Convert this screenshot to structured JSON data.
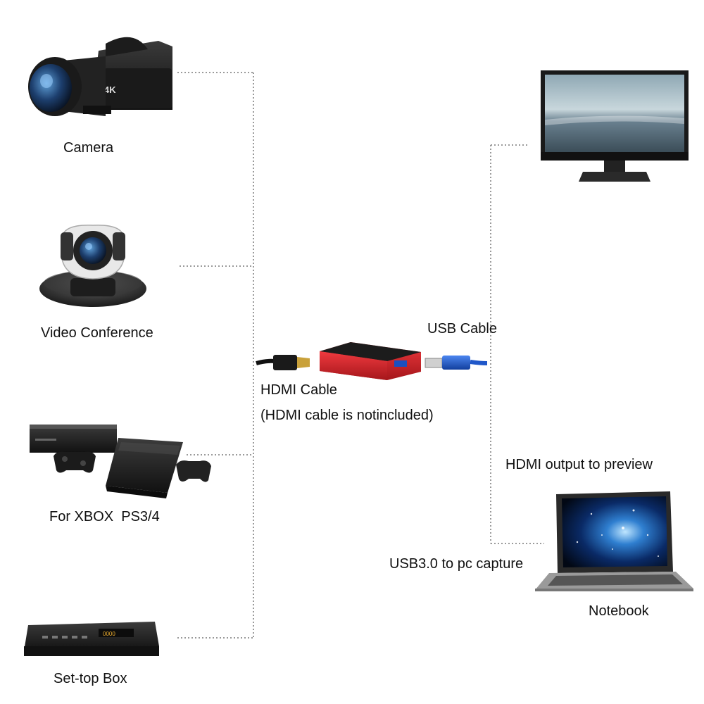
{
  "labels": {
    "camera": "Camera",
    "video_conference": "Video Conference",
    "xbox_ps": "For XBOX  PS3/4",
    "settop_box": "Set-top Box",
    "usb_cable": "USB Cable",
    "hdmi_cable": "HDMI Cable",
    "hdmi_note": "(HDMI cable is notincluded)",
    "hdmi_output": "HDMI output to preview",
    "usb3_capture": "USB3.0 to pc capture",
    "notebook": "Notebook"
  },
  "device_marks": {
    "camera_badge": "4K",
    "settop_display": "0000"
  },
  "icons": {
    "camera": "camcorder-icon",
    "video_conference": "ptz-camera-icon",
    "xbox": "xbox-console-icon",
    "ps": "playstation-console-icon",
    "settop_box": "settop-box-icon",
    "capture_card": "capture-card-icon",
    "monitor": "monitor-icon",
    "notebook": "laptop-icon"
  },
  "colors": {
    "capture_card": "#d8242a",
    "usb_plug": "#1f57c9",
    "connector_line": "#9a9a9a"
  }
}
